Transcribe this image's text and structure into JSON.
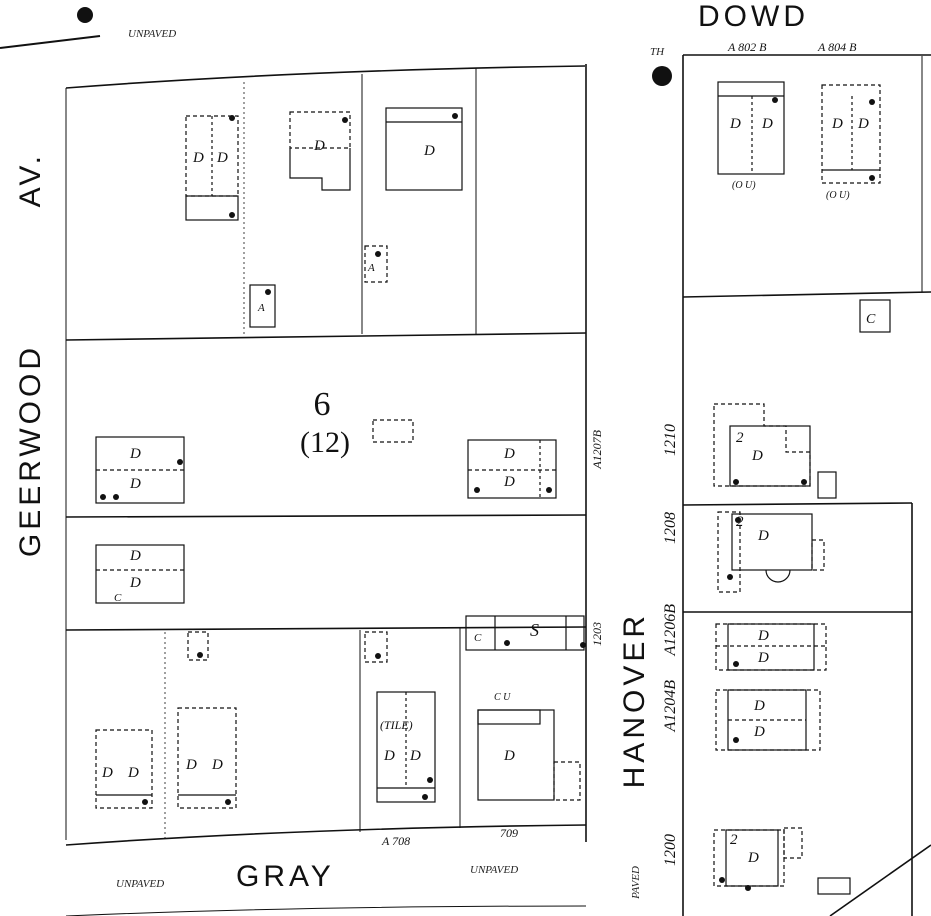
{
  "streets": {
    "dowd": "DOWD",
    "av": "AV.",
    "geerwood": "GEERWOOD",
    "hanover": "HANOVER",
    "gray": "GRAY"
  },
  "block": {
    "number": "6",
    "sub": "(12)"
  },
  "labels": {
    "th": "TH",
    "unpaved_top": "UNPAVED",
    "unpaved_bottom": "UNPAVED",
    "unpaved_left": "UNPAVED",
    "paved_right": "PAVED",
    "tile": "(TILE)"
  },
  "addresses": {
    "a1210": "1210",
    "a1208": "1208",
    "a1206": "A1206B",
    "a1204": "A1204B",
    "a1200": "1200",
    "a1203": "1203",
    "a1207": "A1207B",
    "a802": "A 802 B",
    "a804": "A 804 B",
    "a708": "A 708",
    "a709": "709"
  },
  "bldg": {
    "d": "D",
    "a": "A",
    "c": "C",
    "s": "S",
    "one": "1",
    "two": "2",
    "out": "(O U)",
    "cu": "C U"
  }
}
